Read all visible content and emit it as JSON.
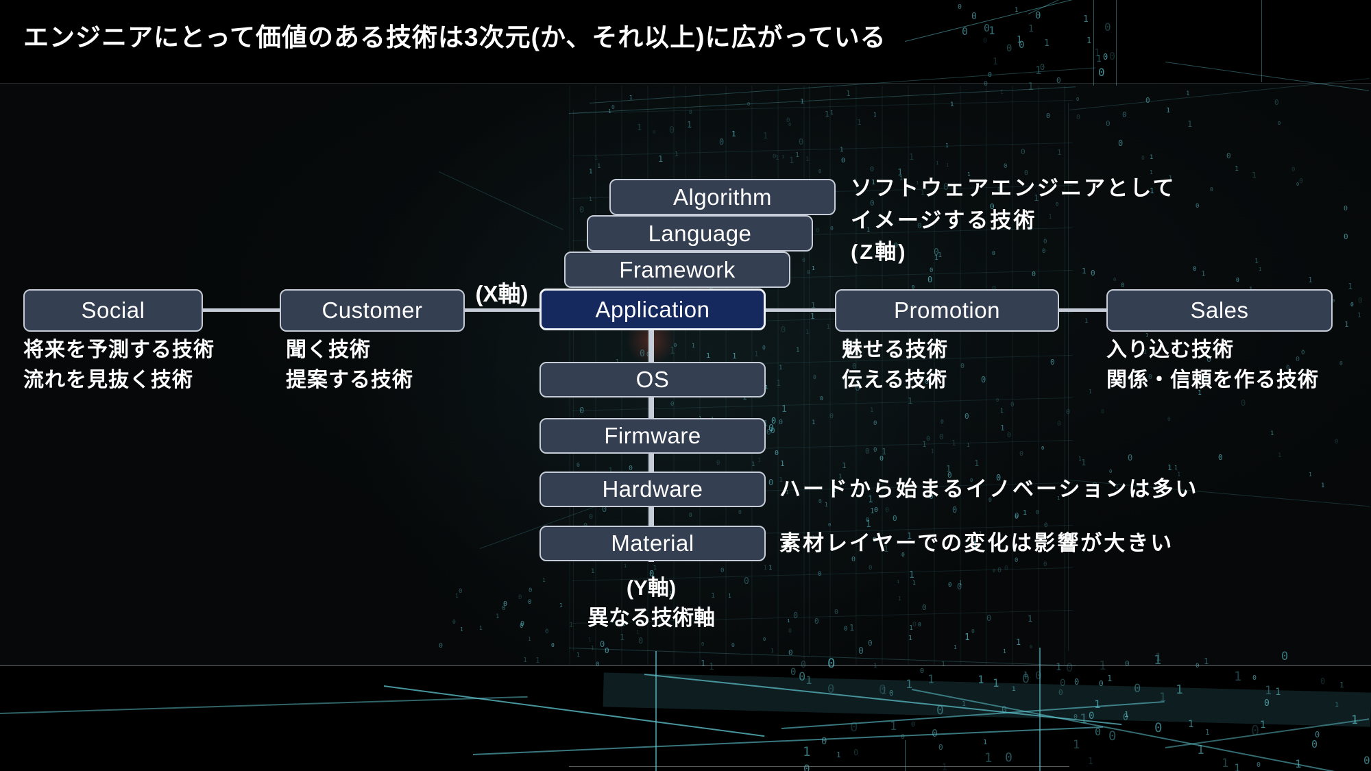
{
  "slide": {
    "title": "エンジニアにとって価値のある技術は3次元(か、それ以上)に広がっている"
  },
  "axes": {
    "x_label": "(X軸)",
    "y_label": "(Y軸)\n異なる技術軸",
    "z_note": "ソフトウェアエンジニアとして\nイメージする技術\n(Z軸)"
  },
  "x_row": {
    "social": {
      "label": "Social",
      "note": "将来を予測する技術\n流れを見抜く技術"
    },
    "customer": {
      "label": "Customer",
      "note": "聞く技術\n提案する技術"
    },
    "application": {
      "label": "Application"
    },
    "promotion": {
      "label": "Promotion",
      "note": "魅せる技術\n伝える技術"
    },
    "sales": {
      "label": "Sales",
      "note": "入り込む技術\n関係・信頼を作る技術"
    }
  },
  "z_stack": {
    "algorithm": "Algorithm",
    "language": "Language",
    "framework": "Framework"
  },
  "y_stack": {
    "os": {
      "label": "OS"
    },
    "firmware": {
      "label": "Firmware"
    },
    "hardware": {
      "label": "Hardware",
      "note": "ハードから始まるイノベーションは多い"
    },
    "material": {
      "label": "Material",
      "note": "素材レイヤーでの変化は影響が大きい"
    }
  },
  "colors": {
    "box_fill": "#353f52",
    "box_border": "#c6cdd8",
    "highlight_fill": "#16295e",
    "connector": "#c6cdd8",
    "text": "#ffffff",
    "background_accent": "#5fc7d2"
  },
  "background": {
    "digit_chars": [
      "0",
      "1"
    ]
  }
}
